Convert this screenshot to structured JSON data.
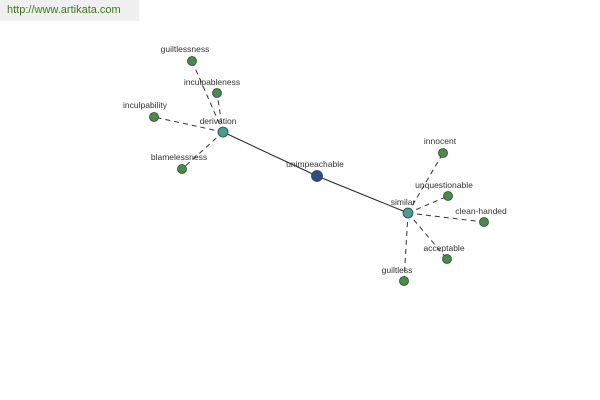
{
  "watermark": "http://www.artikata.com",
  "colors": {
    "center": "#2e4a8c",
    "hub": "#4a9a9a",
    "leaf": "#4a8a4a",
    "node_stroke": "#2a4a2a"
  },
  "nodes": [
    {
      "id": "unimpeachable",
      "label": "unimpeachable",
      "kind": "center"
    },
    {
      "id": "derivation",
      "label": "derivation",
      "kind": "hub"
    },
    {
      "id": "similar",
      "label": "similar",
      "kind": "hub"
    },
    {
      "id": "guiltlessness",
      "label": "guiltlessness",
      "kind": "leaf"
    },
    {
      "id": "inculpableness",
      "label": "inculpableness",
      "kind": "leaf"
    },
    {
      "id": "inculpability",
      "label": "inculpability",
      "kind": "leaf"
    },
    {
      "id": "blamelessness",
      "label": "blamelessness",
      "kind": "leaf"
    },
    {
      "id": "innocent",
      "label": "innocent",
      "kind": "leaf"
    },
    {
      "id": "unquestionable",
      "label": "unquestionable",
      "kind": "leaf"
    },
    {
      "id": "clean-handed",
      "label": "clean-handed",
      "kind": "leaf"
    },
    {
      "id": "acceptable",
      "label": "acceptable",
      "kind": "leaf"
    },
    {
      "id": "guiltless",
      "label": "guiltless",
      "kind": "leaf"
    }
  ],
  "edges": [
    {
      "from": "unimpeachable",
      "to": "derivation",
      "style": "solid"
    },
    {
      "from": "unimpeachable",
      "to": "similar",
      "style": "solid"
    },
    {
      "from": "derivation",
      "to": "guiltlessness",
      "style": "dashed"
    },
    {
      "from": "derivation",
      "to": "inculpableness",
      "style": "dashed"
    },
    {
      "from": "derivation",
      "to": "inculpability",
      "style": "dashed"
    },
    {
      "from": "derivation",
      "to": "blamelessness",
      "style": "dashed"
    },
    {
      "from": "similar",
      "to": "innocent",
      "style": "dashed"
    },
    {
      "from": "similar",
      "to": "unquestionable",
      "style": "dashed"
    },
    {
      "from": "similar",
      "to": "clean-handed",
      "style": "dashed"
    },
    {
      "from": "similar",
      "to": "acceptable",
      "style": "dashed"
    },
    {
      "from": "similar",
      "to": "guiltless",
      "style": "dashed"
    }
  ]
}
